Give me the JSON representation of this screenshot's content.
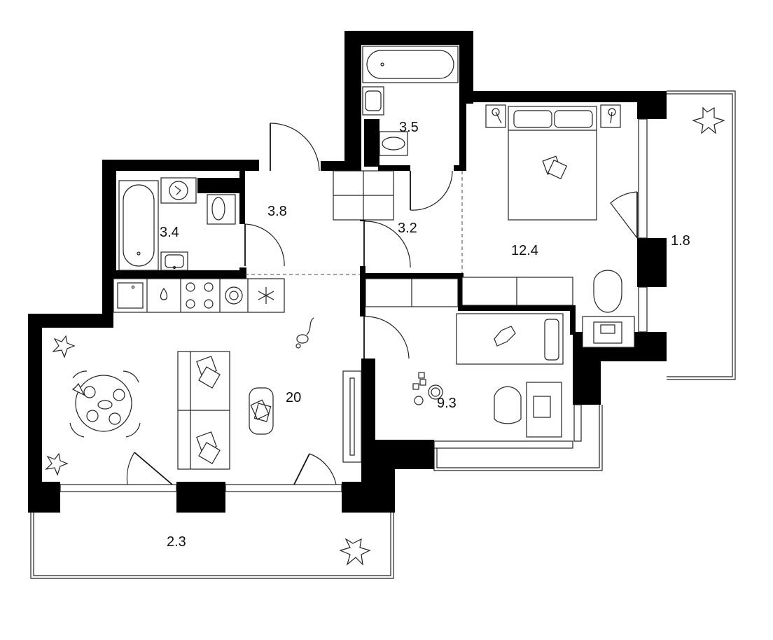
{
  "plan": {
    "rooms": [
      {
        "id": "living-kitchen",
        "area": "20"
      },
      {
        "id": "hall",
        "area": "3.8"
      },
      {
        "id": "bathroom-left",
        "area": "3.4"
      },
      {
        "id": "bathroom-top",
        "area": "3.5"
      },
      {
        "id": "corridor",
        "area": "3.2"
      },
      {
        "id": "bedroom",
        "area": "12.4"
      },
      {
        "id": "kids-room",
        "area": "9.3"
      },
      {
        "id": "balcony-right",
        "area": "1.8"
      },
      {
        "id": "balcony-bottom",
        "area": "2.3"
      }
    ],
    "colors": {
      "wall": "#000000",
      "line": "#222222",
      "background": "#ffffff"
    }
  }
}
